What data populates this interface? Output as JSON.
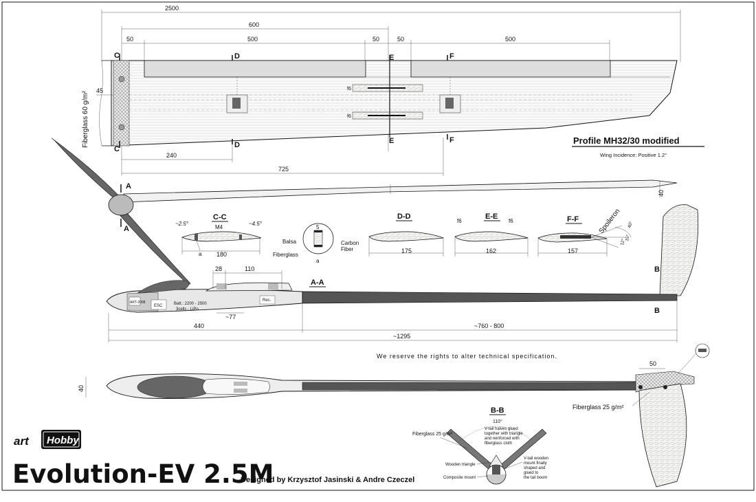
{
  "title": "Evolution-EV 2.5M",
  "designer": "Designed by Krzysztof Jasinski & Andre Czeczel",
  "logo": {
    "prefix": "art",
    "word": "Hobby"
  },
  "notice": "We reserve the rights to alter technical specification.",
  "profile": {
    "name": "Profile MH32/30 modified",
    "incidence": "Wing Incidence:  Positive 1.2°"
  },
  "wing_dims": {
    "span": "2500",
    "d600": "600",
    "d50a": "50",
    "d500a": "500",
    "d50b": "50",
    "d50c": "50",
    "d500b": "500",
    "d240": "240",
    "d725": "725",
    "d45": "45",
    "d40": "40"
  },
  "wing_labels": {
    "fiberglass": "Fiberglass 60 g/m²",
    "f6a": "f6",
    "f6b": "f6"
  },
  "markers": {
    "c": "C",
    "d": "D",
    "e": "E",
    "f": "F",
    "a": "A",
    "b": "B"
  },
  "sections": {
    "cc": {
      "title": "C-C",
      "width": "180",
      "angle1": "~2.5°",
      "angle2": "~4.5°",
      "m4": "M4",
      "a": "a"
    },
    "detail": {
      "n5": "5",
      "balsa": "Balsa",
      "fiberglass": "Fiberglass",
      "carbon1": "Carbon",
      "carbon2": "Fiber",
      "a": "a"
    },
    "dd": {
      "title": "D-D",
      "width": "175"
    },
    "ee": {
      "title": "E-E",
      "width": "162",
      "f6a": "f6",
      "f6b": "f6"
    },
    "ff": {
      "title": "F-F",
      "width": "157",
      "spoileron": "Spoileron",
      "deg12": "12°",
      "deg15": "15°",
      "deg40": "40°"
    }
  },
  "fuselage": {
    "aa": "A-A",
    "d28": "28",
    "d110": "110",
    "d77": "~77",
    "d440": "440",
    "d760": "~760 - 800",
    "d1295": "~1295",
    "esc": "ESC",
    "batt1": "Batt.: 2200 - 2500",
    "batt2": "3cells - LiPo",
    "rec": "Rec.",
    "servo": "ART-2008"
  },
  "topview": {
    "d40": "40",
    "d50": "50",
    "fiberglass": "Fiberglass 25 g/m²"
  },
  "bb": {
    "title": "B-B",
    "angle": "110°",
    "fiberglass": "Fiberglass 25 g/m²",
    "note1": [
      "V-tail halves glued",
      "together with triangle",
      "and reinforced with",
      "fiberglass cloth"
    ],
    "wooden": "Wooden triangle",
    "composite": "Composite mount",
    "note2": [
      "V-tail wooden",
      "mount finally",
      "shaped and",
      "glued to",
      "the tail boom"
    ]
  }
}
